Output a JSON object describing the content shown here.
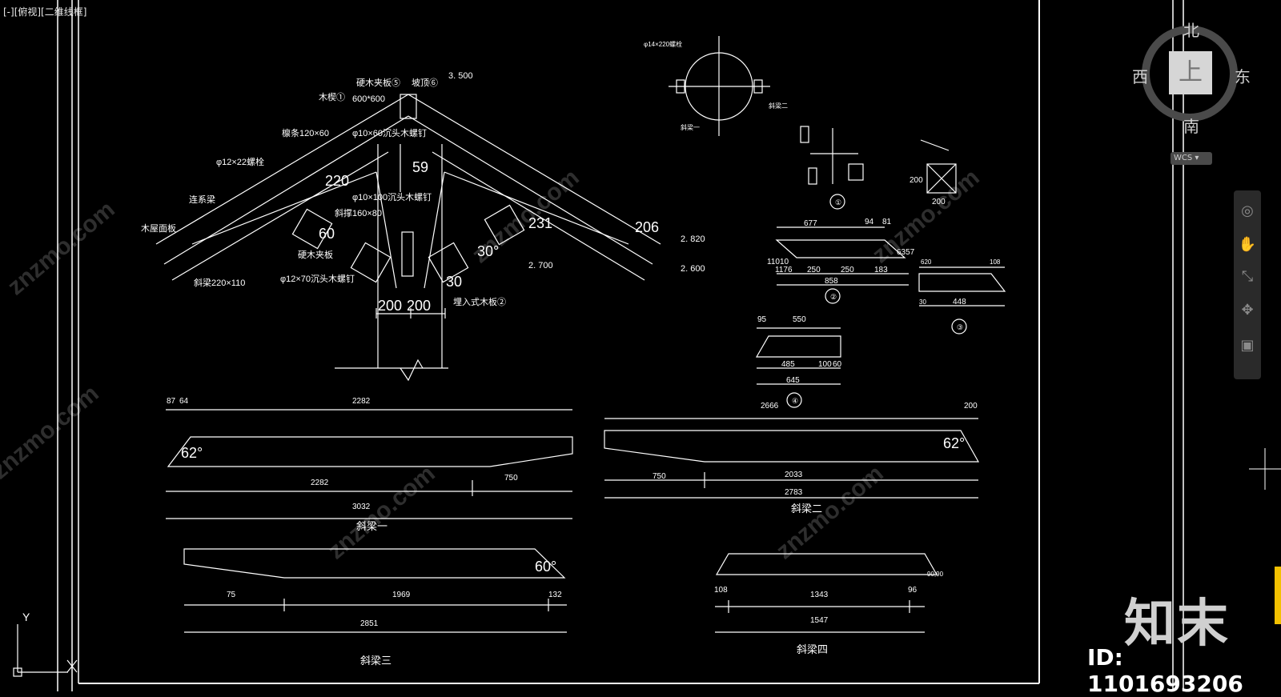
{
  "viewport": {
    "label": "[-][俯视][二维线框]"
  },
  "viewcube": {
    "north": "北",
    "south": "南",
    "west": "西",
    "east": "东",
    "face": "上",
    "wcs": "WCS"
  },
  "navbar": {
    "icons": [
      "steering-wheel-icon",
      "pan-icon",
      "zoom-icon",
      "orbit-icon",
      "showmotion-icon"
    ]
  },
  "brand": {
    "text": "知末",
    "id_label": "ID: 1101693206"
  },
  "watermark": "znzmo.com",
  "ucs": {
    "y": "Y",
    "x": "X"
  },
  "roof": {
    "labels": {
      "hardwood_plate_5": "硬木夹板⑤",
      "ridge_6": "坡顶⑥",
      "elev_3500": "3. 500",
      "wood_block": "木楔①",
      "size_600": "600*600",
      "purlin": "檩条120×60",
      "screw_10x60": "φ10×60沉头木螺钉",
      "bolt_12x22": "φ12×22螺栓",
      "tie_beam": "连系梁",
      "wood_roof_board": "木屋面板",
      "screw_10x100": "φ10×100沉头木螺钉",
      "brace": "斜撑160×80",
      "hardwood_plate": "硬木夹板",
      "screw_12x70": "φ12×70沉头木螺钉",
      "rafter": "斜梁220×110",
      "embedded_block": "埋入式木板②",
      "elev_2820": "2. 820",
      "elev_2700": "2. 700",
      "elev_2600": "2. 600"
    },
    "dims": {
      "d220": "220",
      "d59": "59",
      "d60": "60",
      "d231": "231",
      "d206": "206",
      "d30deg": "30°",
      "d30": "30",
      "d200a": "200",
      "d200b": "200"
    }
  },
  "bolt_detail": {
    "title": "φ14×220螺栓",
    "note1": "斜梁二",
    "note2": "斜梁一"
  },
  "details": {
    "d1": "①",
    "d2": "②",
    "d3": "③",
    "d4": "④",
    "sq_200v": "200",
    "sq_200h": "200",
    "p2": {
      "d677": "677",
      "d94": "94",
      "d81": "81",
      "d11010": "11010",
      "d6357": "6357",
      "d1176": "1176",
      "d250a": "250",
      "d250b": "250",
      "d183": "183",
      "d858": "858"
    },
    "p3": {
      "d620": "620",
      "d108": "108",
      "d30": "30",
      "d448": "448"
    },
    "p4": {
      "d95": "95",
      "d550": "550",
      "d485": "485",
      "d100": "100",
      "d60": "60",
      "d645": "645"
    },
    "d2666": "2666"
  },
  "beams": {
    "beam1": {
      "title": "斜梁一",
      "d87": "87",
      "d64": "64",
      "d2282top": "2282",
      "angle": "62°",
      "d2282": "2282",
      "d750": "750",
      "d3032": "3032"
    },
    "beam2": {
      "title": "斜梁二",
      "d200": "200",
      "angle": "62°",
      "d750": "750",
      "d2033": "2033",
      "d2783": "2783"
    },
    "beam3": {
      "title": "斜梁三",
      "angle": "60°",
      "d75": "75",
      "d1969": "1969",
      "d132": "132",
      "d2851": "2851"
    },
    "beam4": {
      "title": "斜梁四",
      "d90": "90,90",
      "d108": "108",
      "d1343": "1343",
      "d96": "96",
      "d1547": "1547"
    }
  },
  "colors": {
    "background": "#000000",
    "linework": "#ffffff",
    "watermark": "#2a2a2a",
    "navbar": "#2a2a2a",
    "accent": "#f3c100"
  }
}
